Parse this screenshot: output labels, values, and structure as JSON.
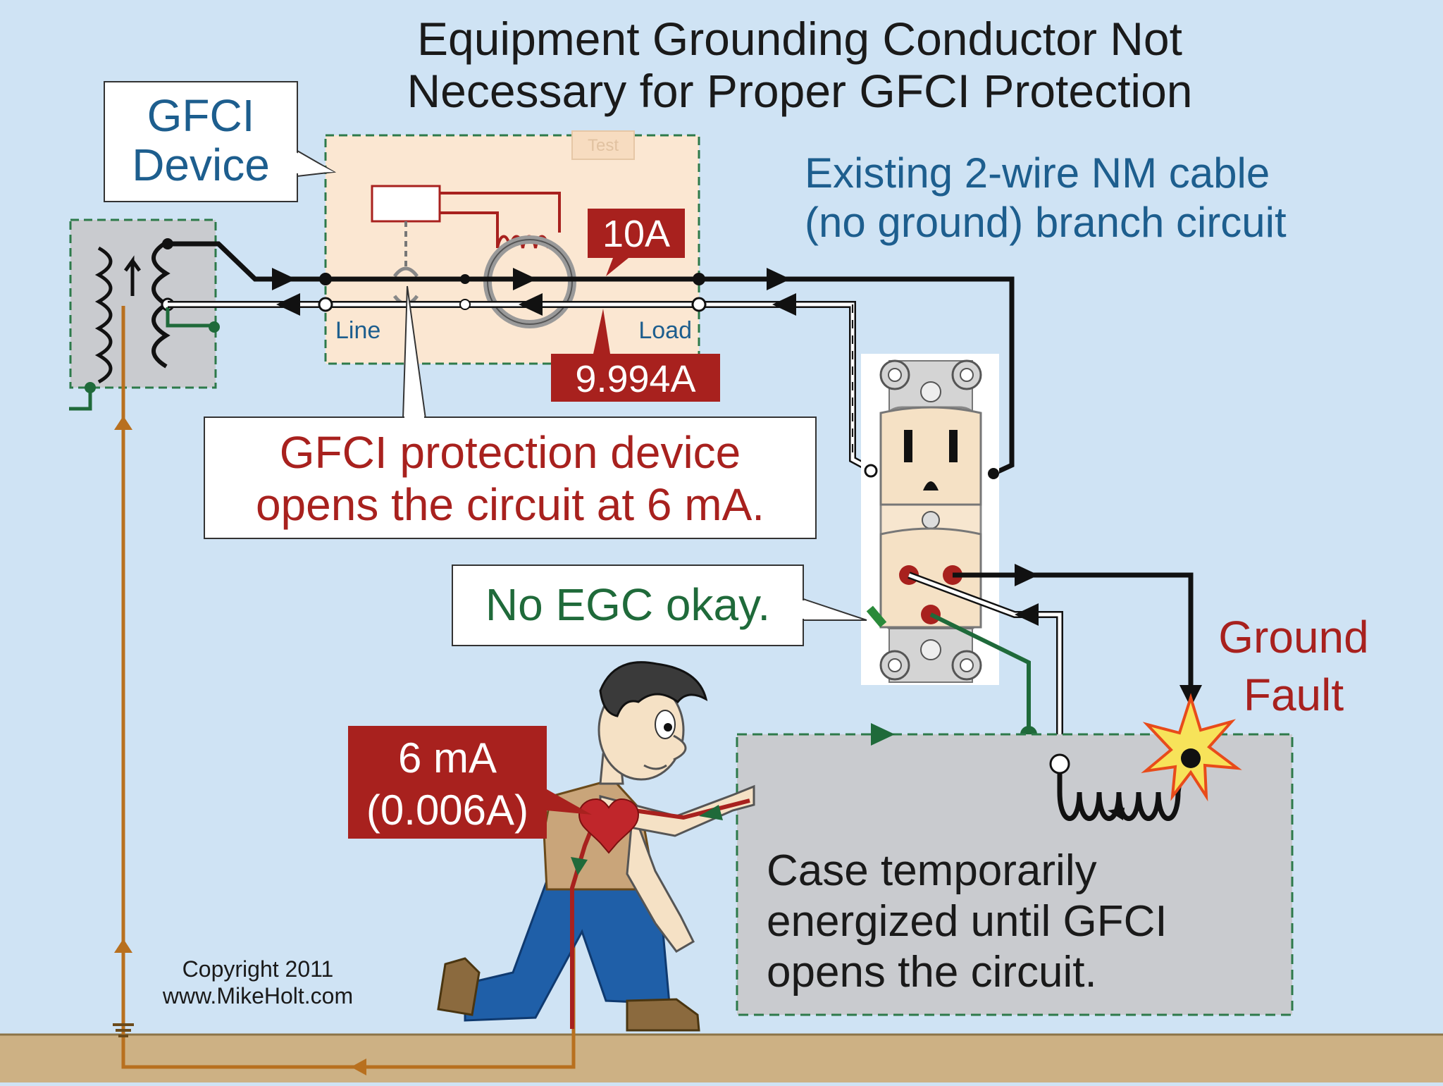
{
  "title": {
    "line1": "Equipment Grounding Conductor Not",
    "line2": "Necessary for Proper GFCI Protection"
  },
  "gfci_device_label": {
    "line1": "GFCI",
    "line2": "Device"
  },
  "test_label": "Test",
  "line_label": "Line",
  "load_label": "Load",
  "current_line": "10A",
  "current_load": "9.994A",
  "cable_label": {
    "line1": "Existing 2-wire NM cable",
    "line2": "(no ground) branch circuit"
  },
  "gfci_note": {
    "line1": "GFCI protection device",
    "line2": "opens the circuit at 6 mA."
  },
  "egc_note": "No EGC okay.",
  "ground_fault": {
    "line1": "Ground",
    "line2": "Fault"
  },
  "body_current": {
    "line1": "6 mA",
    "line2": "(0.006A)"
  },
  "case_note": {
    "line1": "Case temporarily",
    "line2": "energized until GFCI",
    "line3": "opens the circuit."
  },
  "copyright": {
    "line1": "Copyright 2011",
    "line2": "www.MikeHolt.com"
  },
  "colors": {
    "background": "#cfe3f4",
    "title_text": "#1a1a1a",
    "blue_text": "#1d5e8e",
    "red": "#a8211e",
    "green": "#1f6a3a",
    "earth_wire": "#b8701f",
    "ground_floor": "#cdb184",
    "gfci_panel": "#fbe7d2",
    "case_box": "#c9cbcf"
  }
}
